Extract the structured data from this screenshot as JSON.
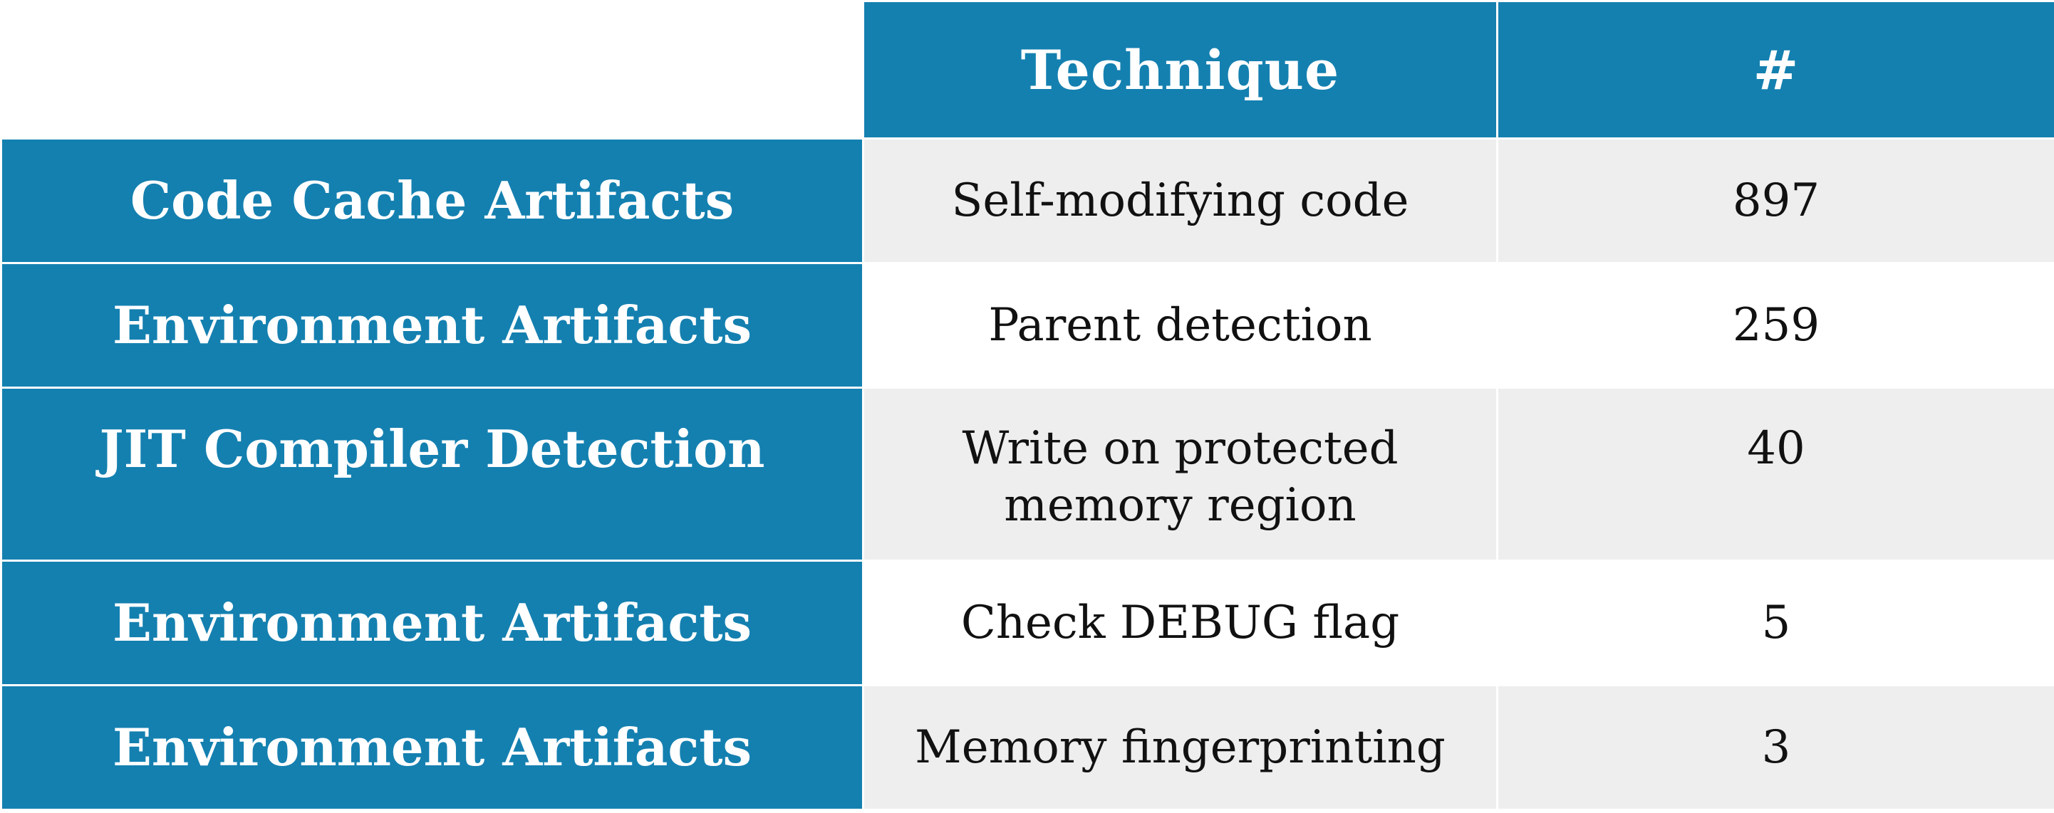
{
  "table": {
    "headers": {
      "technique": "Technique",
      "count": "#"
    },
    "rows": [
      {
        "category": "Code Cache Artifacts",
        "technique": "Self-modifying code",
        "count": "897"
      },
      {
        "category": "Environment Artifacts",
        "technique": "Parent detection",
        "count": "259"
      },
      {
        "category": "JIT Compiler Detection",
        "technique": "Write on protected memory region",
        "count": "40"
      },
      {
        "category": "Environment Artifacts",
        "technique": "Check DEBUG flag",
        "count": "5"
      },
      {
        "category": "Environment Artifacts",
        "technique": "Memory fingerprinting",
        "count": "3"
      }
    ]
  },
  "colors": {
    "header_fill": "#1480b0",
    "header_text": "#ffffff",
    "row_shade": "#eeeeee",
    "row_plain": "#ffffff",
    "body_text": "#111111"
  }
}
